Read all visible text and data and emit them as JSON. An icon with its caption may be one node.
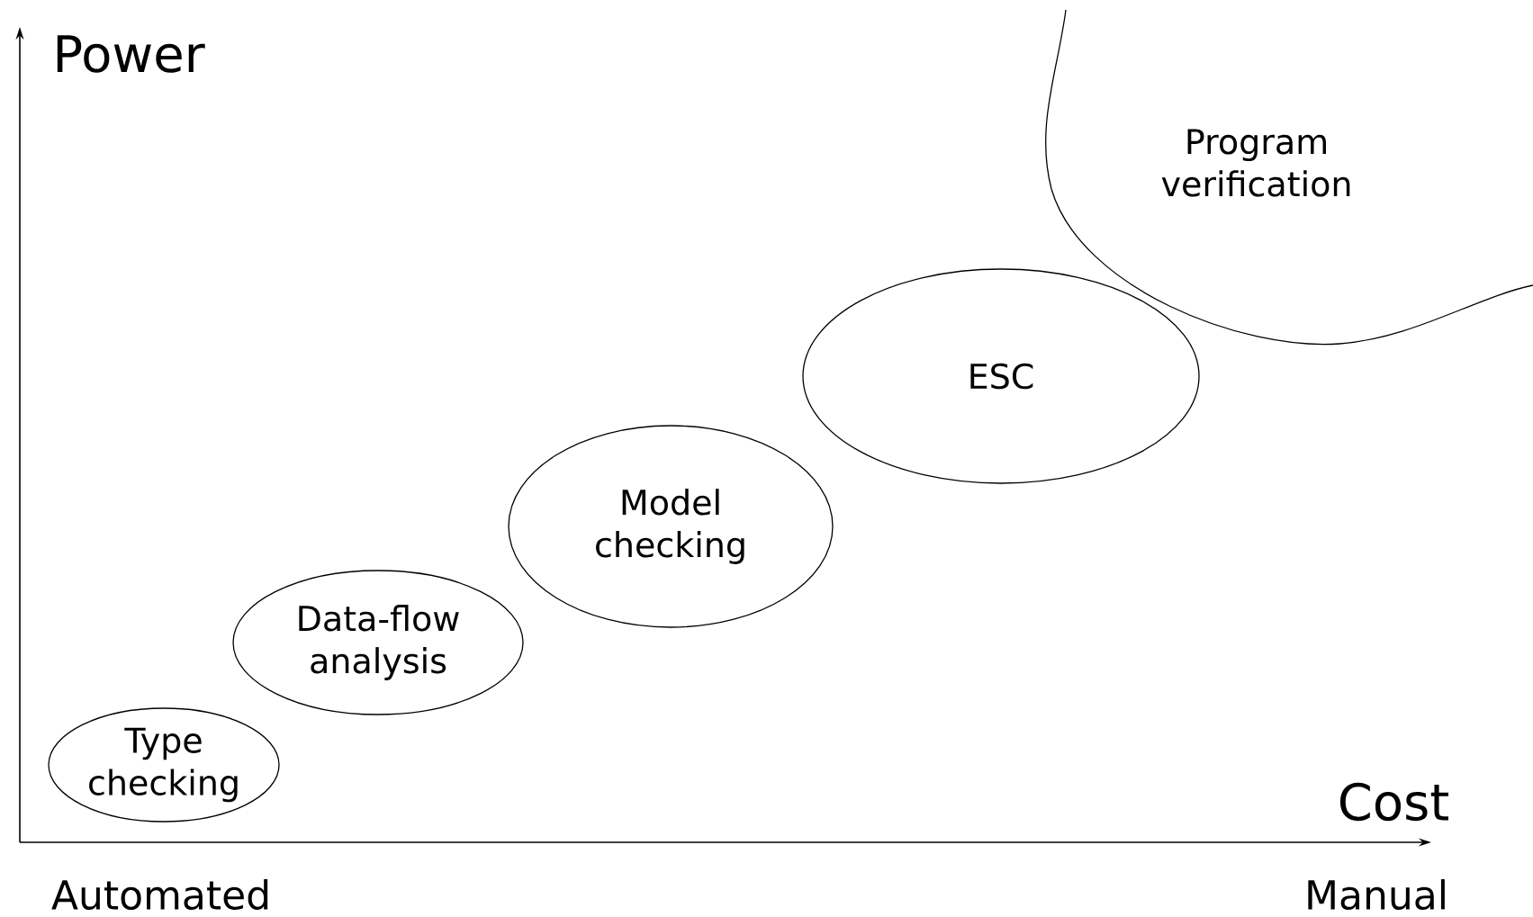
{
  "diagram": {
    "nodes": [
      {
        "text": [
          "Type checking"
        ]
      },
      {
        "text": [
          "Data-flow analysis"
        ]
      },
      {
        "text": [
          "Model checking"
        ]
      },
      {
        "text": [
          "ESC"
        ]
      },
      {
        "text": [
          "Program verification"
        ]
      }
    ],
    "labels": [
      "Power",
      "Cost",
      "Automated",
      "Manual"
    ]
  }
}
